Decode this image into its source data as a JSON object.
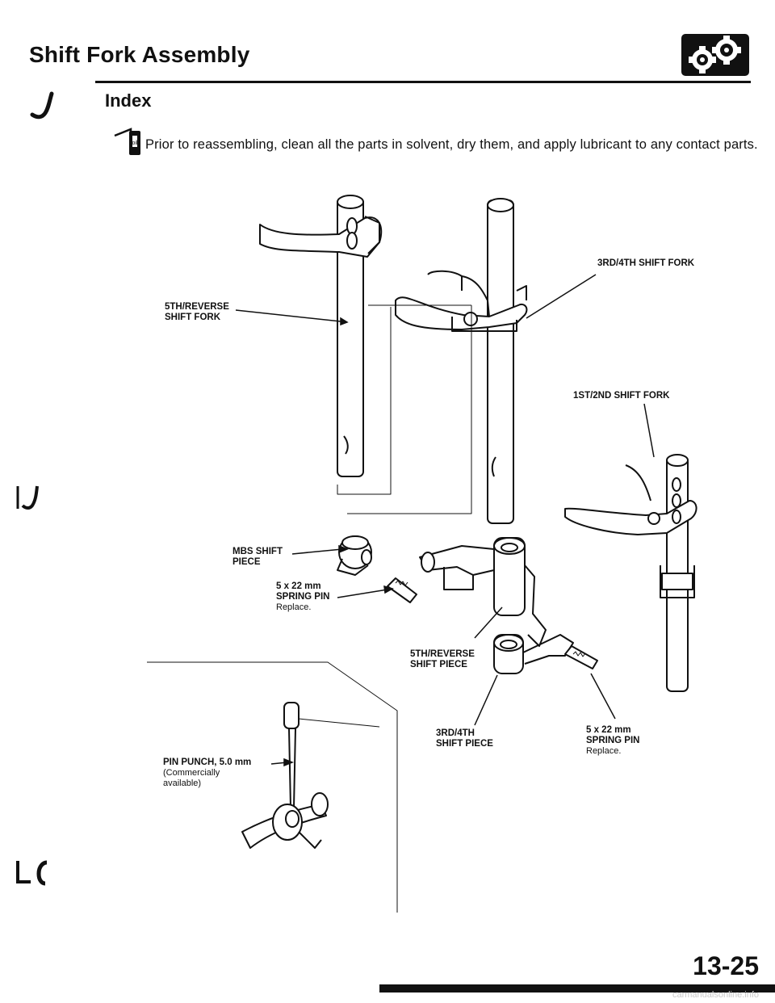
{
  "header": {
    "title": "Shift Fork Assembly",
    "logo_icon": "transmission-gear-icon"
  },
  "section": {
    "heading": "Index",
    "note_icon": "lubricant-oil-icon",
    "note": "Prior to reassembling, clean all the parts in solvent, dry them, and apply lubricant to any contact parts."
  },
  "labels": {
    "fork_3_4": "3RD/4TH SHIFT FORK",
    "fork_5_rev_line1": "5TH/REVERSE",
    "fork_5_rev_line2": "SHIFT FORK",
    "fork_1_2": "1ST/2ND SHIFT FORK",
    "mbs_line1": "MBS SHIFT",
    "mbs_line2": "PIECE",
    "pin_a_line1": "5 x 22 mm",
    "pin_a_line2": "SPRING PIN",
    "pin_a_line3": "Replace.",
    "piece_5_rev_line1": "5TH/REVERSE",
    "piece_5_rev_line2": "SHIFT PIECE",
    "piece_3_4_line1": "3RD/4TH",
    "piece_3_4_line2": "SHIFT PIECE",
    "pin_b_line1": "5 x 22 mm",
    "pin_b_line2": "SPRING PIN",
    "pin_b_line3": "Replace.",
    "punch_line1": "PIN PUNCH, 5.0 mm",
    "punch_line2": "(Commercially",
    "punch_line3": "available)"
  },
  "footer": {
    "page_number": "13-25",
    "watermark": "carmanualsonline.info"
  }
}
